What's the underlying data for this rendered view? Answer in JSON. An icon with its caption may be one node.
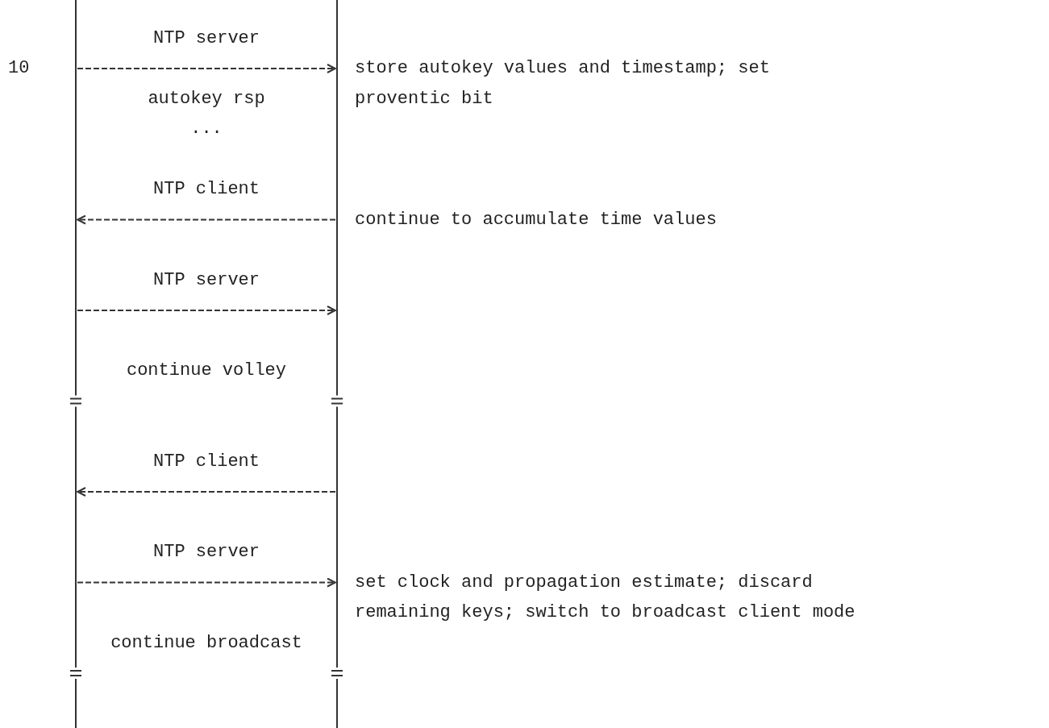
{
  "diagram": {
    "nodes": [
      {
        "text": [],
        "shape": "bar"
      },
      {
        "text": [],
        "shape": "bar"
      }
    ],
    "edges": [
      {
        "from": 0,
        "to": 1,
        "arrow": "to",
        "label": "NTP server"
      },
      {
        "from": 1,
        "to": 0,
        "arrow": "to",
        "label": "NTP client"
      },
      {
        "from": 0,
        "to": 1,
        "arrow": "to",
        "label": "NTP server"
      },
      {
        "from": 1,
        "to": 0,
        "arrow": "to",
        "label": "NTP client"
      },
      {
        "from": 0,
        "to": 1,
        "arrow": "to",
        "label": "NTP server"
      }
    ],
    "labels": [
      "10",
      "store autokey values and timestamp; set proventic bit",
      "autokey rsp",
      "...",
      "continue to accumulate time values",
      "continue volley",
      "set clock and propagation estimate; discard remaining keys; switch to broadcast client mode",
      "continue broadcast"
    ]
  }
}
